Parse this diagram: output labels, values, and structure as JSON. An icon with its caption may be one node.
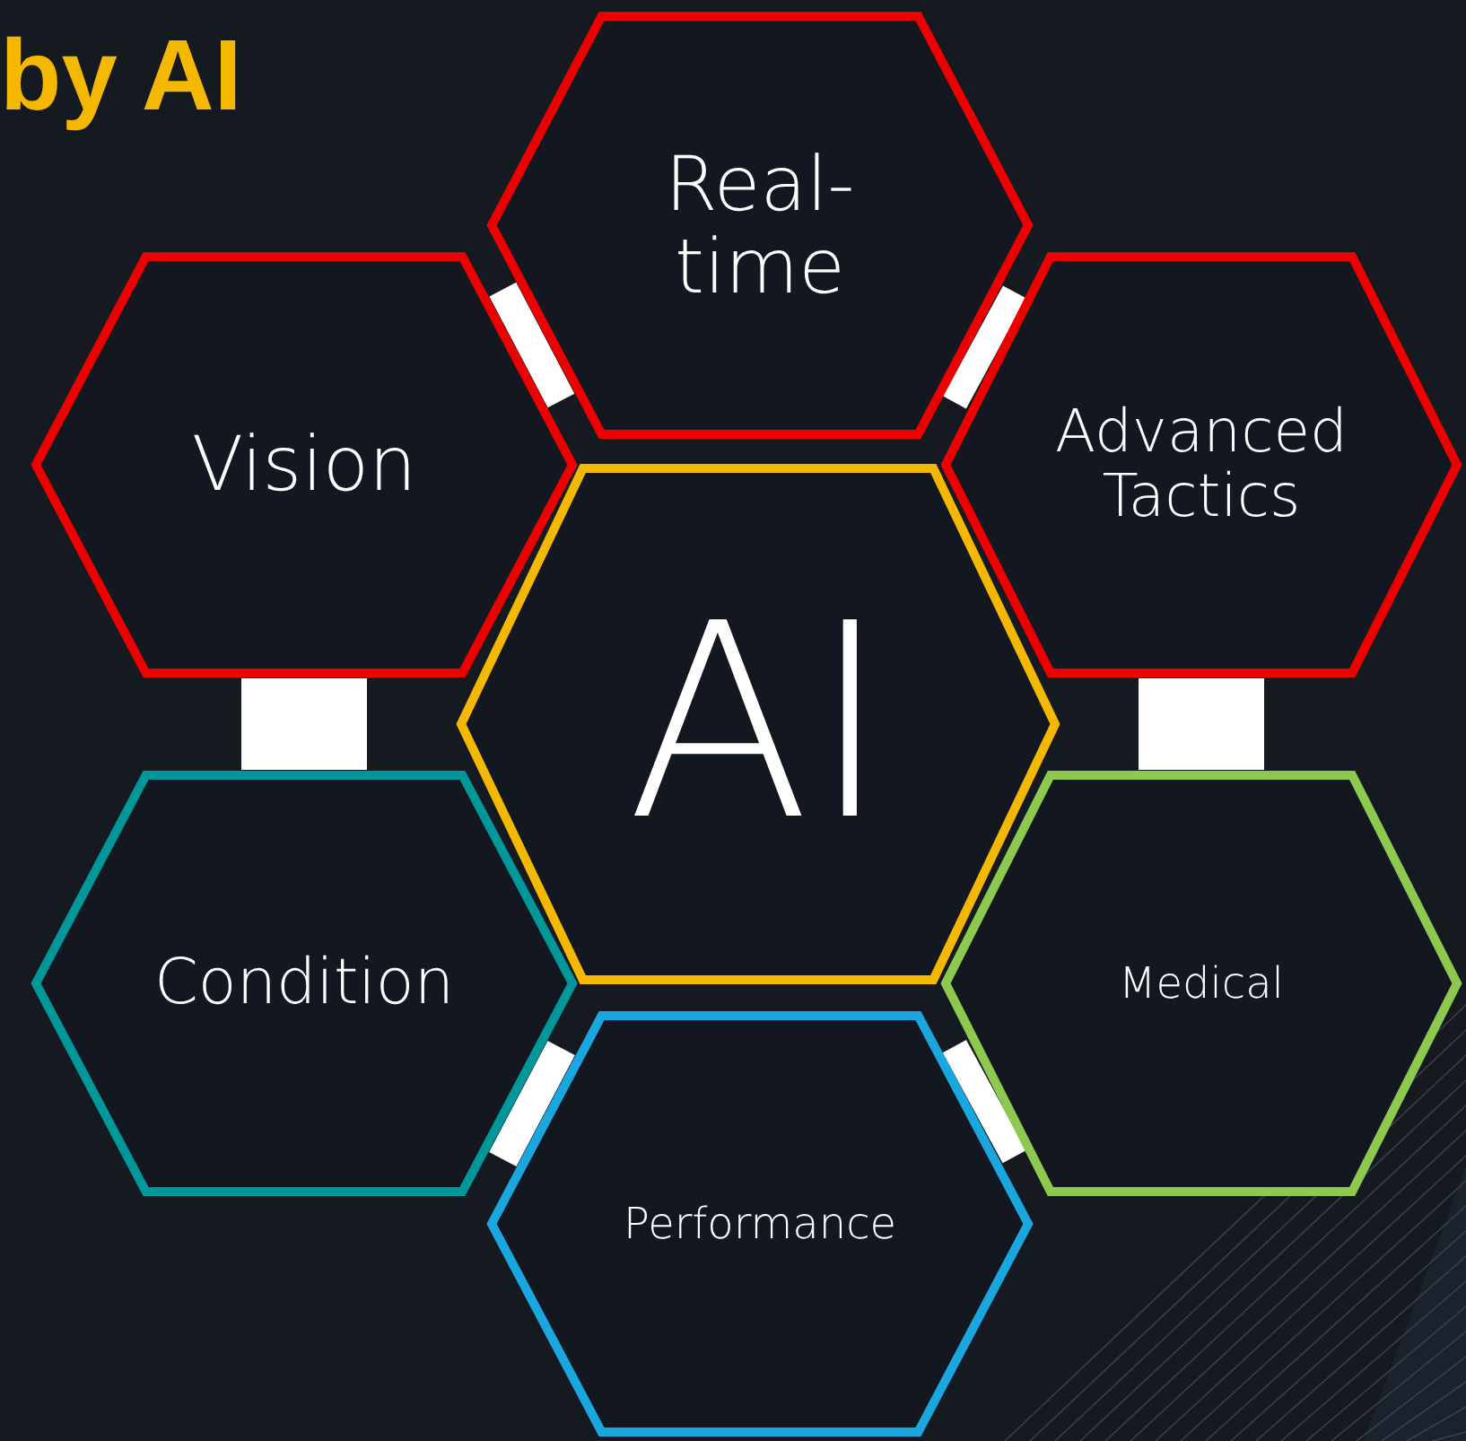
{
  "diagram": {
    "title": "by AI",
    "nodes": [
      {
        "text": [
          "Real-time"
        ]
      },
      {
        "text": [
          "Vision"
        ]
      },
      {
        "text": [
          "Advanced Tactics"
        ]
      },
      {
        "text": [
          "AI"
        ]
      },
      {
        "text": [
          "Condition"
        ]
      },
      {
        "text": [
          "Medical"
        ]
      },
      {
        "text": [
          "Performance"
        ]
      }
    ],
    "edges": [
      {
        "from": 1,
        "to": 0,
        "arrow": "none"
      },
      {
        "from": 0,
        "to": 2,
        "arrow": "none"
      },
      {
        "from": 1,
        "to": 4,
        "arrow": "none"
      },
      {
        "from": 2,
        "to": 5,
        "arrow": "none"
      },
      {
        "from": 4,
        "to": 6,
        "arrow": "none"
      },
      {
        "from": 6,
        "to": 5,
        "arrow": "none"
      }
    ]
  }
}
